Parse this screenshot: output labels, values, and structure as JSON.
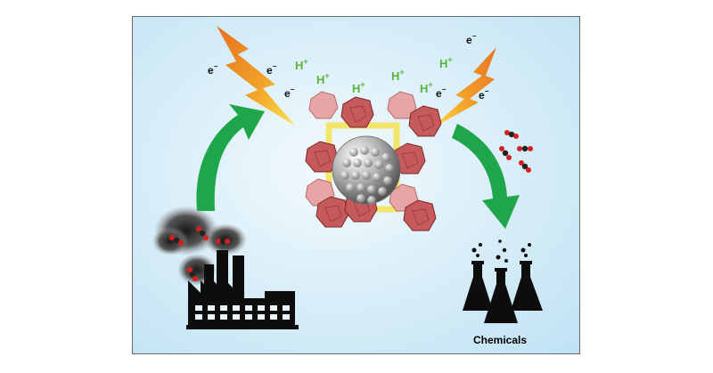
{
  "electron": {
    "base": "e",
    "charge": "−"
  },
  "proton": {
    "base": "H",
    "charge": "+"
  },
  "product_label": "Chemicals",
  "colors": {
    "arrow_green": "#1fa64a",
    "lightning": "#ee7a1e",
    "proton_text": "#58b43a",
    "cage_red": "#c65a5a",
    "linker_yellow": "#f2e45a"
  },
  "icons": [
    "factory-icon",
    "co2-molecule-icon",
    "lightning-bolt-icon",
    "mof-cluster-icon",
    "flask-icon"
  ]
}
